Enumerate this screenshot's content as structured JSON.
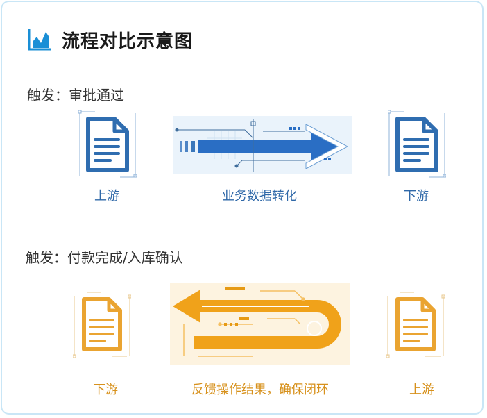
{
  "title": "流程对比示意图",
  "colors": {
    "blue": "#2f6db0",
    "orange": "#eea21c",
    "card_border": "#c9e6f6"
  },
  "icons": {
    "header": "bar-chart-icon",
    "document": "document-icon"
  },
  "row1": {
    "trigger": "触发：审批通过",
    "left_label": "上游",
    "middle_label": "业务数据转化",
    "right_label": "下游"
  },
  "row2": {
    "trigger": "触发：付款完成/入库确认",
    "left_label": "下游",
    "middle_label": "反馈操作结果，确保闭环",
    "right_label": "上游"
  }
}
